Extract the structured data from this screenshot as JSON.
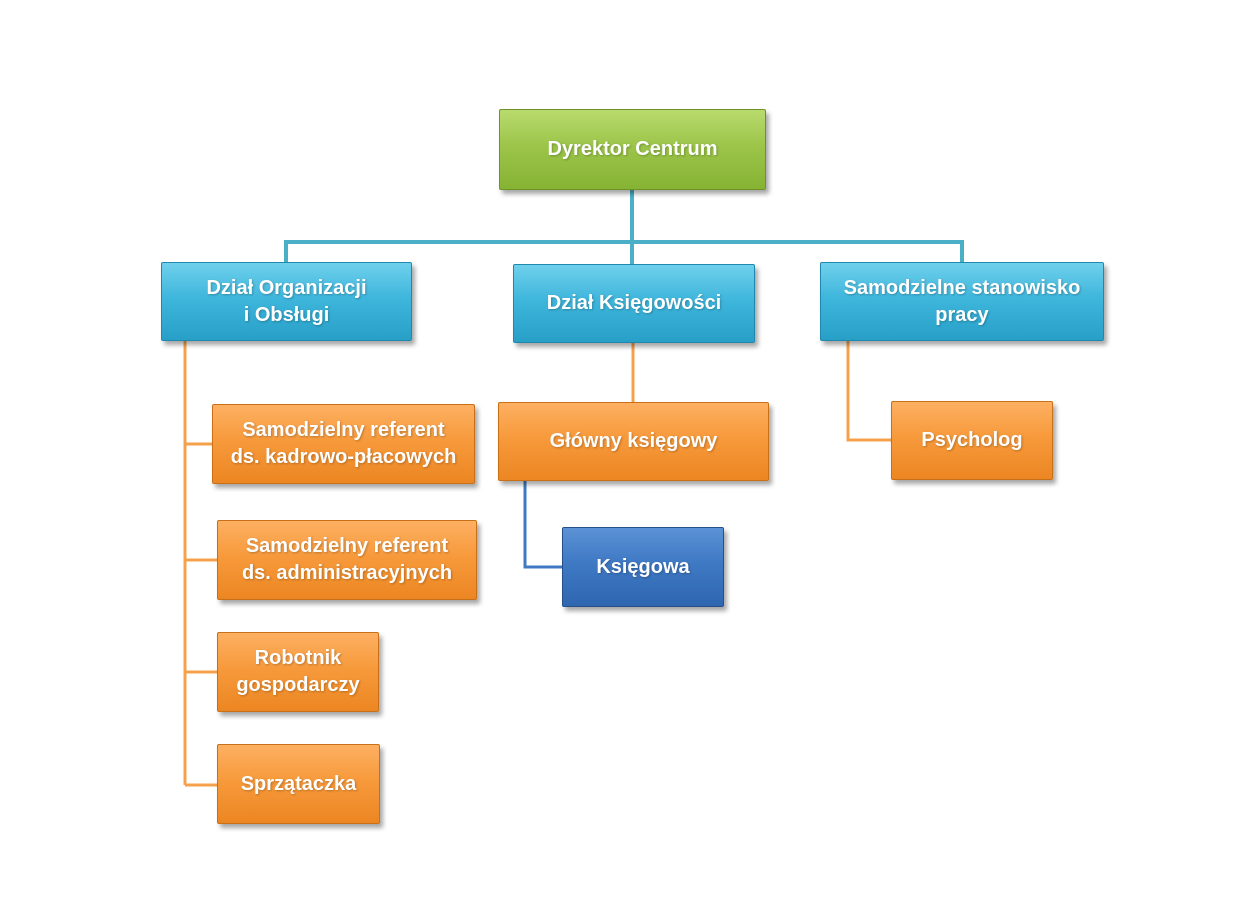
{
  "colors": {
    "director": "#9cc54a",
    "department": "#3fb6dc",
    "position": "#f79a3c",
    "subposition": "#3f79c4",
    "line_top": "#4cafc8",
    "line_orange": "#f5a04a",
    "line_blue": "#3f79c4"
  },
  "director": {
    "label": "Dyrektor Centrum"
  },
  "departments": [
    {
      "label": "Dział Organizacji\ni Obsługi"
    },
    {
      "label": "Dział Księgowości"
    },
    {
      "label": "Samodzielne stanowisko\npracy"
    }
  ],
  "org_positions": [
    {
      "label": "Samodzielny referent\nds. kadrowo-płacowych"
    },
    {
      "label": "Samodzielny referent\nds. administracyjnych"
    },
    {
      "label": "Robotnik\ngospodarczy"
    },
    {
      "label": "Sprzątaczka"
    }
  ],
  "accounting": {
    "chief": {
      "label": "Główny księgowy"
    },
    "accountant": {
      "label": "Księgowa"
    }
  },
  "standalone": {
    "psychologist": {
      "label": "Psycholog"
    }
  }
}
